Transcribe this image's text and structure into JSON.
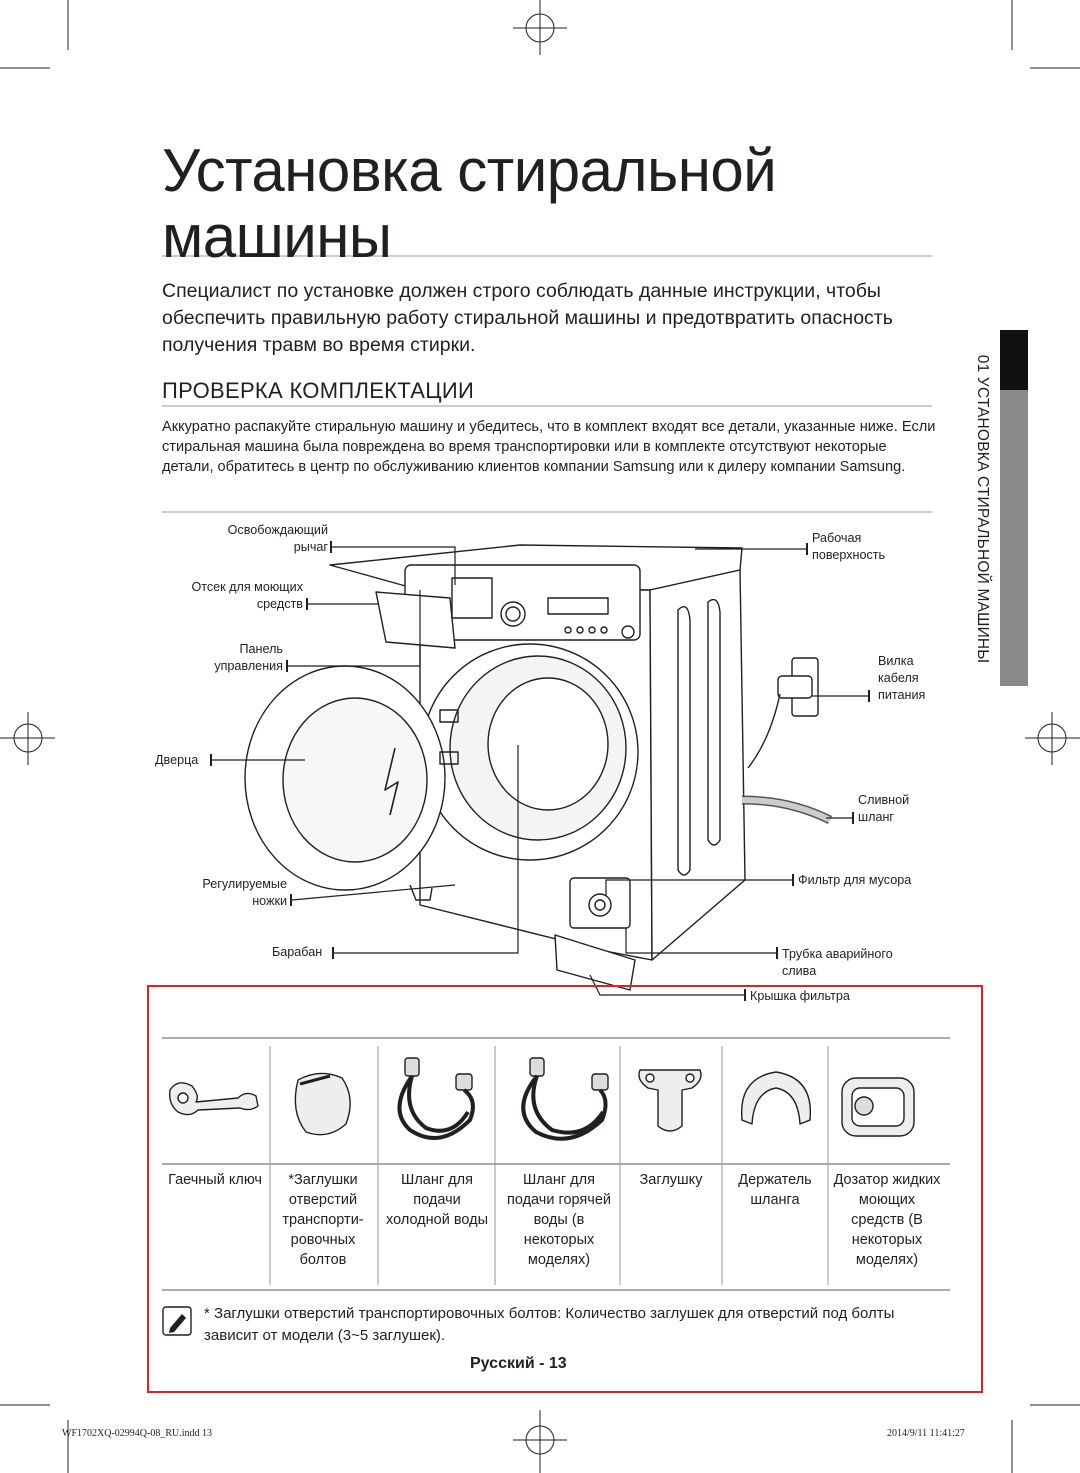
{
  "page": {
    "title_line1": "Установка стиральной",
    "title_line2": "машины",
    "intro": "Специалист по установке должен строго соблюдать данные инструкции, чтобы обеспечить правильную работу стиральной машины и предотвратить опасность получения травм во время стирки.",
    "section_title": "ПРОВЕРКА КОМПЛЕКТАЦИИ",
    "section_body": "Аккуратно распакуйте стиральную машину и убедитесь, что в комплект входят все детали, указанные ниже. Если стиральная машина была повреждена во время транспортировки или в комплекте отсутствуют некоторые детали, обратитесь в центр по обслуживанию клиентов компании Samsung или к дилеру компании Samsung.",
    "side_tab": "01 УСТАНОВКА СТИРАЛЬНОЙ МАШИНЫ"
  },
  "diagram": {
    "labels_left": {
      "release_lever_1": "Освобождающий",
      "release_lever_2": "рычаг",
      "drawer_1": "Отсек для моющих",
      "drawer_2": "средств",
      "panel_1": "Панель",
      "panel_2": "управления",
      "door": "Дверца",
      "feet_1": "Регулируемые",
      "feet_2": "ножки",
      "drum": "Барабан"
    },
    "labels_right": {
      "worktop_1": "Рабочая",
      "worktop_2": "поверхность",
      "plug_1": "Вилка",
      "plug_2": "кабеля",
      "plug_3": "питания",
      "drain_1": "Сливной",
      "drain_2": "шланг",
      "filter": "Фильтр для мусора",
      "emergency_1": "Трубка аварийного",
      "emergency_2": "слива",
      "filter_cover": "Крышка фильтра"
    }
  },
  "accessories": [
    {
      "name": "Гаечный ключ",
      "icon": "wrench-icon"
    },
    {
      "name": "*Заглушки отверстий транспорти-ровочных болтов",
      "icon": "hole-cap-icon"
    },
    {
      "name": "Шланг для подачи холодной воды",
      "icon": "cold-hose-icon"
    },
    {
      "name": "Шланг для подачи горячей воды (в некоторых моделях)",
      "icon": "hot-hose-icon"
    },
    {
      "name": "Заглушку",
      "icon": "plug-cap-icon"
    },
    {
      "name": "Держатель шланга",
      "icon": "hose-holder-icon"
    },
    {
      "name": "Дозатор жидких моющих средств (В некоторых моделях)",
      "icon": "detergent-dispenser-icon"
    }
  ],
  "note": {
    "bold": "* Заглушки отверстий транспортировочных болтов",
    "text": ": Количество заглушек для отверстий под болты зависит от модели (3~5 заглушек)."
  },
  "footer": {
    "page_label": "Русский - 13",
    "file": "WF1702XQ-02994Q-08_RU.indd   13",
    "date": "2014/9/11   11:41:27"
  },
  "colors": {
    "highlight_box": "#e3202a",
    "side_tab_gray": "#8a8a8a",
    "side_tab_black": "#111111"
  }
}
